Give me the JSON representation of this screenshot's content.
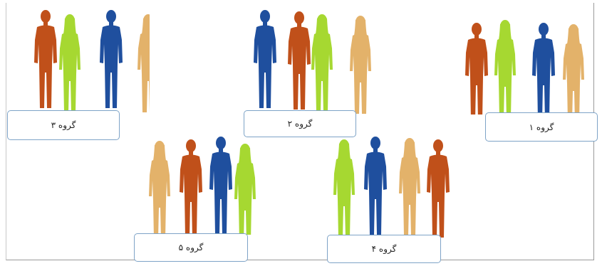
{
  "colors": {
    "orange": "#c0501a",
    "green": "#a6d831",
    "blue": "#1f4f9e",
    "tan": "#e3b26a",
    "box_border": "#7ea3c7"
  },
  "groups": [
    {
      "id": "g1",
      "label": "گروه ۱",
      "figures": [
        "orange-man",
        "green-woman",
        "blue-man",
        "tan-woman"
      ]
    },
    {
      "id": "g2",
      "label": "گروه ۲",
      "figures": [
        "blue-man",
        "orange-man",
        "green-woman",
        "tan-woman"
      ]
    },
    {
      "id": "g3",
      "label": "گروه ۳",
      "figures": [
        "orange-man",
        "green-woman",
        "blue-man",
        "tan-woman"
      ]
    },
    {
      "id": "g4",
      "label": "گروه ۴",
      "figures": [
        "green-woman",
        "blue-man",
        "tan-woman",
        "orange-man"
      ]
    },
    {
      "id": "g5",
      "label": "گروه ۵",
      "figures": [
        "tan-woman",
        "orange-man",
        "blue-man",
        "green-woman"
      ]
    }
  ]
}
